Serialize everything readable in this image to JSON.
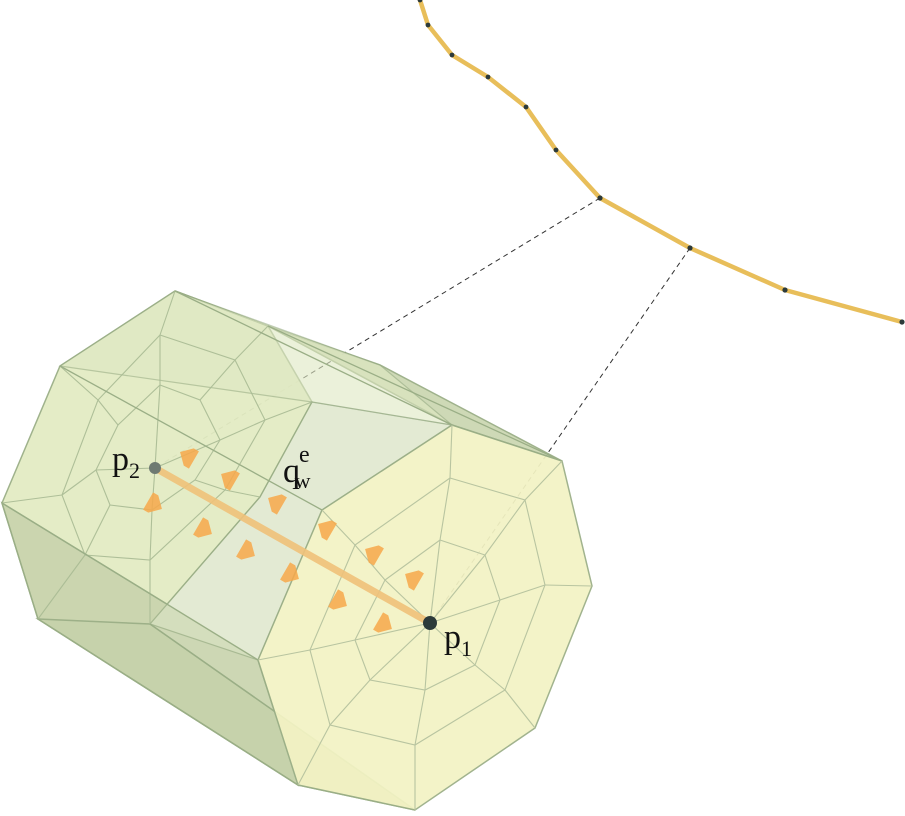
{
  "labels": {
    "p2": {
      "base": "p",
      "sub": "2"
    },
    "p1": {
      "base": "p",
      "sub": "1"
    },
    "qwe": {
      "base": "q",
      "sub": "w",
      "sup": "e"
    }
  },
  "colors": {
    "polyline": "#e8be5a",
    "dot": "#2c3a3a",
    "prism_back": "#e3ecc3",
    "prism_side": "#ccd7b3",
    "prism_front": "#f3f3c4",
    "edge": "#9aae86",
    "arrow": "#f7a94b",
    "axis": "#f0c27a"
  }
}
